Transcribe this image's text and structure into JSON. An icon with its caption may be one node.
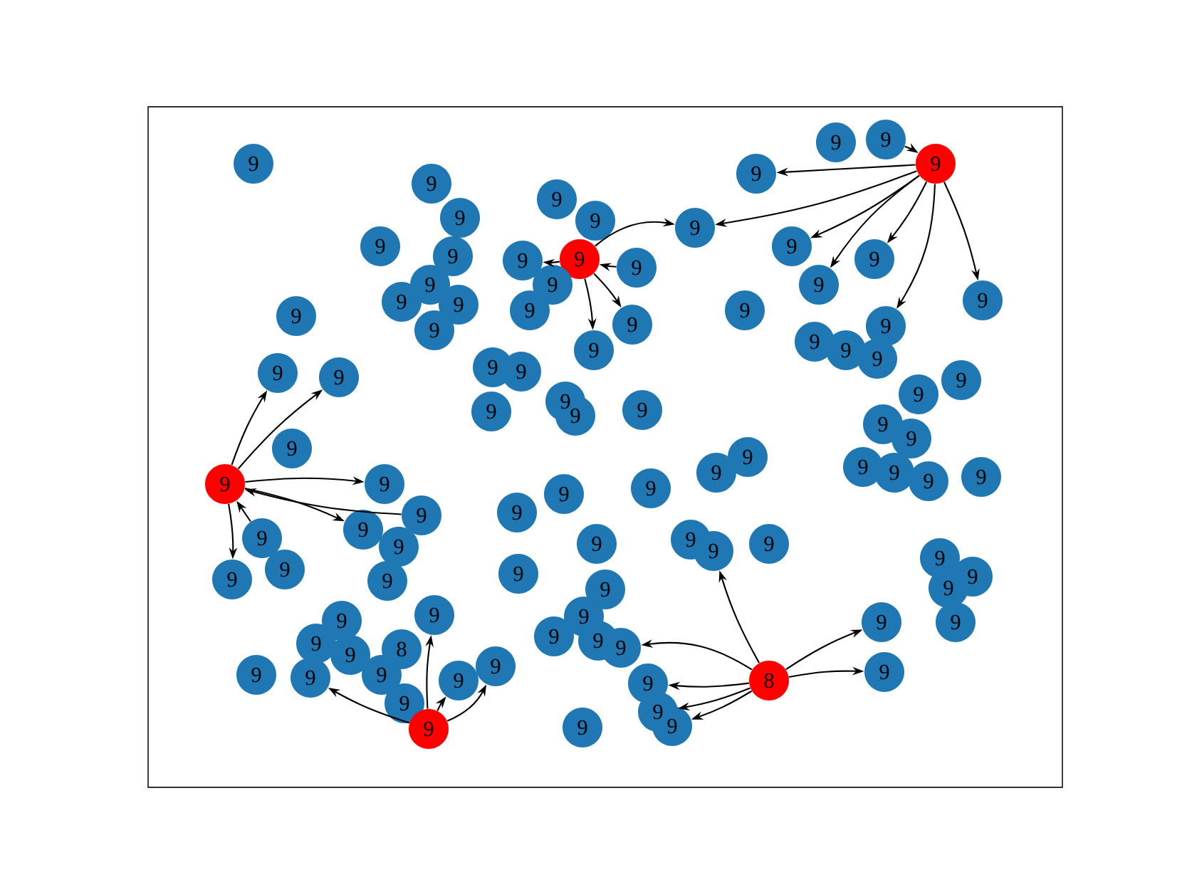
{
  "diagram": {
    "nodes": [
      {
        "text": [
          "9"
        ]
      },
      {
        "text": [
          "9"
        ]
      },
      {
        "text": [
          "9"
        ]
      },
      {
        "text": [
          "9"
        ]
      },
      {
        "text": [
          "9"
        ]
      },
      {
        "text": [
          "9"
        ]
      },
      {
        "text": [
          "9"
        ]
      },
      {
        "text": [
          "9"
        ]
      },
      {
        "text": [
          "9"
        ]
      },
      {
        "text": [
          "9"
        ]
      },
      {
        "text": [
          "9"
        ]
      },
      {
        "text": [
          "9"
        ]
      },
      {
        "text": [
          "9"
        ]
      },
      {
        "text": [
          "9"
        ]
      },
      {
        "text": [
          "9"
        ]
      },
      {
        "text": [
          "9"
        ]
      },
      {
        "text": [
          "9"
        ]
      },
      {
        "text": [
          "9"
        ]
      },
      {
        "text": [
          "9"
        ]
      },
      {
        "text": [
          "9"
        ]
      },
      {
        "text": [
          "9"
        ]
      },
      {
        "text": [
          "9"
        ]
      },
      {
        "text": [
          "9"
        ]
      },
      {
        "text": [
          "9"
        ]
      },
      {
        "text": [
          "9"
        ]
      },
      {
        "text": [
          "9"
        ]
      },
      {
        "text": [
          "9"
        ]
      },
      {
        "text": [
          "9"
        ]
      },
      {
        "text": [
          "9"
        ]
      },
      {
        "text": [
          "9"
        ]
      },
      {
        "text": [
          "9"
        ]
      },
      {
        "text": [
          "9"
        ]
      },
      {
        "text": [
          "9"
        ]
      },
      {
        "text": [
          "9"
        ]
      },
      {
        "text": [
          "9"
        ]
      },
      {
        "text": [
          "9"
        ]
      },
      {
        "text": [
          "9"
        ]
      },
      {
        "text": [
          "9"
        ]
      },
      {
        "text": [
          "9"
        ]
      },
      {
        "text": [
          "9"
        ]
      },
      {
        "text": [
          "9"
        ]
      },
      {
        "text": [
          "9"
        ]
      },
      {
        "text": [
          "9"
        ]
      },
      {
        "text": [
          "9"
        ]
      },
      {
        "text": [
          "9"
        ]
      },
      {
        "text": [
          "9"
        ]
      },
      {
        "text": [
          "9"
        ]
      },
      {
        "text": [
          "9"
        ]
      },
      {
        "text": [
          "9"
        ]
      },
      {
        "text": [
          "9"
        ]
      },
      {
        "text": [
          "9"
        ]
      },
      {
        "text": [
          "9"
        ]
      },
      {
        "text": [
          "9"
        ]
      },
      {
        "text": [
          "9"
        ]
      },
      {
        "text": [
          "9"
        ]
      },
      {
        "text": [
          "9"
        ]
      },
      {
        "text": [
          "9"
        ]
      },
      {
        "text": [
          "9"
        ]
      },
      {
        "text": [
          "9"
        ]
      },
      {
        "text": [
          "9"
        ]
      },
      {
        "text": [
          "9"
        ]
      },
      {
        "text": [
          "9"
        ]
      },
      {
        "text": [
          "9"
        ]
      },
      {
        "text": [
          "9"
        ]
      },
      {
        "text": [
          "9"
        ]
      },
      {
        "text": [
          "9"
        ]
      },
      {
        "text": [
          "9"
        ]
      },
      {
        "text": [
          "9"
        ]
      },
      {
        "text": [
          "9"
        ]
      },
      {
        "text": [
          "9"
        ]
      },
      {
        "text": [
          "9"
        ]
      },
      {
        "text": [
          "9"
        ]
      },
      {
        "text": [
          "9"
        ]
      },
      {
        "text": [
          "9"
        ]
      },
      {
        "text": [
          "9"
        ]
      },
      {
        "text": [
          "9"
        ]
      },
      {
        "text": [
          "9"
        ]
      },
      {
        "text": [
          "9"
        ]
      },
      {
        "text": [
          "9"
        ]
      },
      {
        "text": [
          "8"
        ]
      },
      {
        "text": [
          "9"
        ]
      },
      {
        "text": [
          "9"
        ]
      },
      {
        "text": [
          "9"
        ]
      },
      {
        "text": [
          "9"
        ]
      },
      {
        "text": [
          "9"
        ]
      },
      {
        "text": [
          "9"
        ]
      },
      {
        "text": [
          "9"
        ]
      },
      {
        "text": [
          "9"
        ]
      },
      {
        "text": [
          "9"
        ]
      },
      {
        "text": [
          "9"
        ]
      },
      {
        "text": [
          "9"
        ]
      },
      {
        "text": [
          "9"
        ]
      },
      {
        "text": [
          "9"
        ]
      },
      {
        "text": [
          "8"
        ]
      },
      {
        "text": [
          "9"
        ]
      },
      {
        "text": [
          "9"
        ]
      },
      {
        "text": [
          "9"
        ]
      }
    ],
    "edges": [
      {
        "from": 12,
        "to": 11,
        "arrow": "to"
      },
      {
        "from": 15,
        "to": 12,
        "arrow": "to"
      },
      {
        "from": 12,
        "to": 16,
        "arrow": "to"
      },
      {
        "from": 12,
        "to": 17,
        "arrow": "to"
      },
      {
        "from": 12,
        "to": 18,
        "arrow": "to"
      },
      {
        "from": 22,
        "to": 19,
        "arrow": "to"
      },
      {
        "from": 21,
        "to": 22,
        "arrow": "to"
      },
      {
        "from": 22,
        "to": 16,
        "arrow": "to"
      },
      {
        "from": 22,
        "to": 23,
        "arrow": "to"
      },
      {
        "from": 22,
        "to": 25,
        "arrow": "to"
      },
      {
        "from": 22,
        "to": 24,
        "arrow": "to"
      },
      {
        "from": 22,
        "to": 31,
        "arrow": "to"
      },
      {
        "from": 22,
        "to": 26,
        "arrow": "to"
      },
      {
        "from": 49,
        "to": 33,
        "arrow": "to"
      },
      {
        "from": 49,
        "to": 34,
        "arrow": "to"
      },
      {
        "from": 49,
        "to": 58,
        "arrow": "to"
      },
      {
        "from": 56,
        "to": 49,
        "arrow": "to"
      },
      {
        "from": 49,
        "to": 51,
        "arrow": "to"
      },
      {
        "from": 49,
        "to": 52,
        "arrow": "to"
      },
      {
        "from": 53,
        "to": 49,
        "arrow": "to"
      },
      {
        "from": 79,
        "to": 66,
        "arrow": "to"
      },
      {
        "from": 79,
        "to": 78,
        "arrow": "to"
      },
      {
        "from": 79,
        "to": 77,
        "arrow": "to"
      },
      {
        "from": 79,
        "to": 83,
        "arrow": "to"
      },
      {
        "from": 79,
        "to": 84,
        "arrow": "to"
      },
      {
        "from": 79,
        "to": 80,
        "arrow": "to"
      },
      {
        "from": 79,
        "to": 81,
        "arrow": "to"
      },
      {
        "from": 96,
        "to": 89,
        "arrow": "to"
      },
      {
        "from": 96,
        "to": 95,
        "arrow": "to"
      },
      {
        "from": 96,
        "to": 94,
        "arrow": "to"
      },
      {
        "from": 96,
        "to": 92,
        "arrow": "to"
      }
    ]
  }
}
